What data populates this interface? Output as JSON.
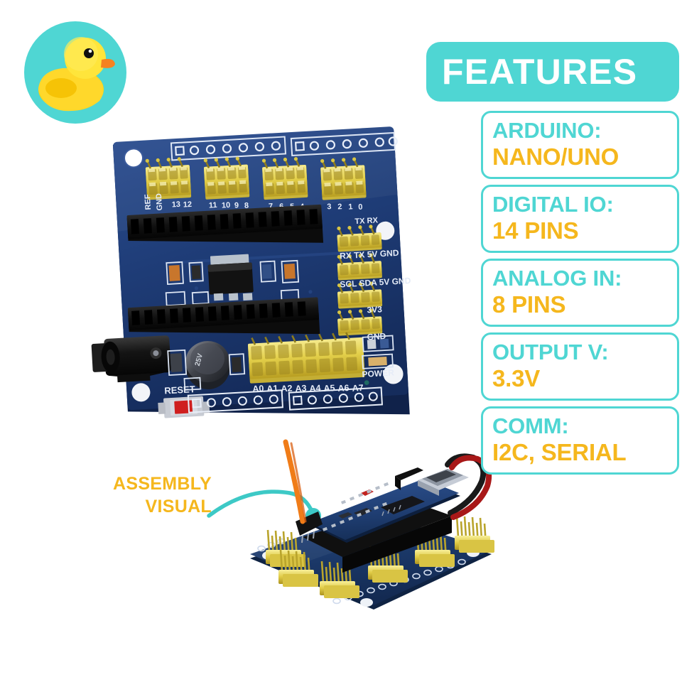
{
  "brand": {
    "logo_icon": "rubber-duck-icon",
    "logo_bg_color": "#4fd6d3",
    "duck_body_color": "#ffe629",
    "duck_beak_color": "#f58220"
  },
  "header": {
    "title": "FEATURES",
    "bg_color": "#4fd6d3",
    "text_color": "#ffffff"
  },
  "features": {
    "key_color": "#4fd6d3",
    "value_color": "#f5b71d",
    "border_color": "#4fd6d3",
    "items": [
      {
        "key": "ARDUINO:",
        "value": "NANO/UNO"
      },
      {
        "key": "DIGITAL IO:",
        "value": "14 PINS"
      },
      {
        "key": "ANALOG IN:",
        "value": "8 PINS"
      },
      {
        "key": "OUTPUT V:",
        "value": "3.3V"
      },
      {
        "key": "COMM:",
        "value": "I2C, SERIAL"
      }
    ]
  },
  "annotation": {
    "line1": "ASSEMBLY",
    "line2": "VISUAL",
    "text_color": "#f5b71d",
    "pointer_color": "#3dc9c6",
    "pointer_icon": "curved-arrow-icon"
  },
  "product": {
    "main_board": {
      "name": "arduino-nano-io-expansion-shield",
      "pcb_color": "#1d3a73",
      "header_pin_color": "#e8d44d",
      "socket_color": "#121212",
      "silkscreen_color": "#e8eef8",
      "digital_labels": [
        "REF",
        "GND",
        "13",
        "12",
        "11",
        "10",
        "9",
        "8",
        "7",
        "6",
        "5",
        "4",
        "3",
        "2",
        "1",
        "0"
      ],
      "serial_labels": "TX RX",
      "side_labels": [
        "RX TX 5V GND",
        "SCL SDA 5V GND",
        "3V3",
        "GND"
      ],
      "analog_labels": [
        "A0",
        "A1",
        "A2",
        "A3",
        "A4",
        "A5",
        "A6",
        "A7"
      ],
      "reset_label": "RESET",
      "power_label": "POWER",
      "cap_label": "25V",
      "dc_jack": "barrel-power-jack",
      "reset_button_color": "#cf1f1f"
    },
    "assembly_board": {
      "name": "shield-with-nano-installed",
      "pcb_color": "#1b3a6b",
      "pin_color": "#e8d44d",
      "usb_label": "mini-usb-port",
      "signal_wire_color": "#f07c18",
      "power_wire_colors": [
        "#b31414",
        "#141414"
      ]
    }
  }
}
